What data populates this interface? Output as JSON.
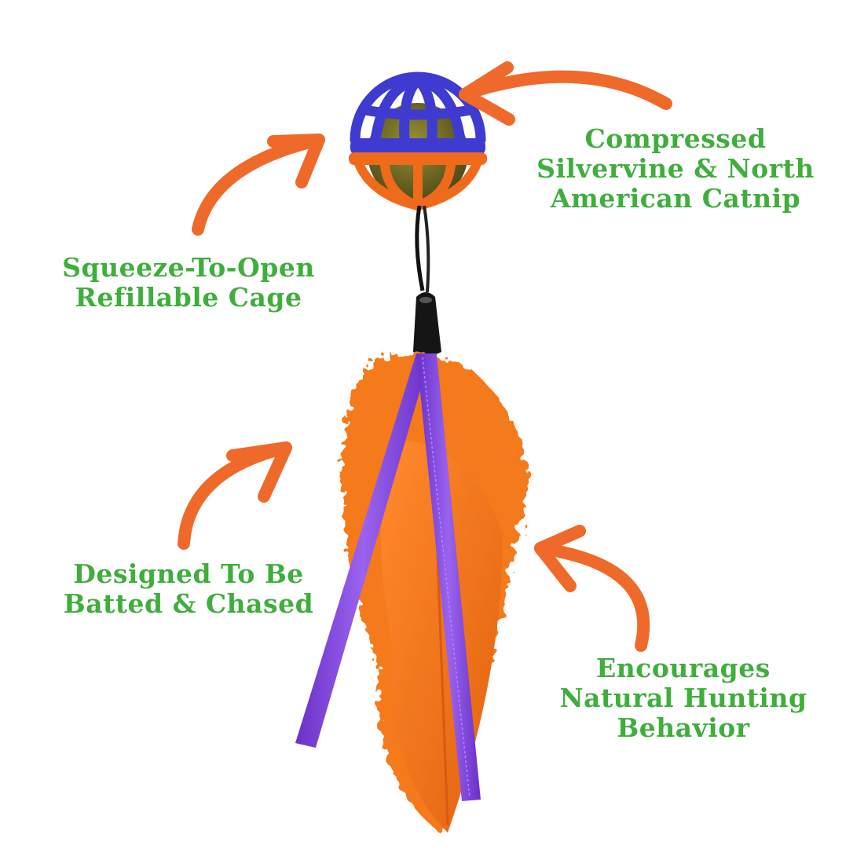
{
  "colors": {
    "label_text": "#3fae3c",
    "arrow": "#ef6a2a",
    "cage_top": "#3f3bd0",
    "cage_bottom": "#f06a1c",
    "feather": "#f47a1e",
    "ribbon": "#7a3fd6",
    "catnip": "#7d7a2a"
  },
  "labels": {
    "catnip": [
      "Compressed",
      "Silvervine &  North",
      "American Catnip"
    ],
    "cage": [
      "Squeeze-To-Open",
      "Refillable Cage"
    ],
    "batted": [
      "Designed To Be",
      "Batted & Chased"
    ],
    "hunting": [
      "Encourages",
      "Natural Hunting",
      "Behavior"
    ]
  },
  "icons": {
    "arrow": "curved-arrow-icon",
    "toy": "feather-cat-toy"
  }
}
